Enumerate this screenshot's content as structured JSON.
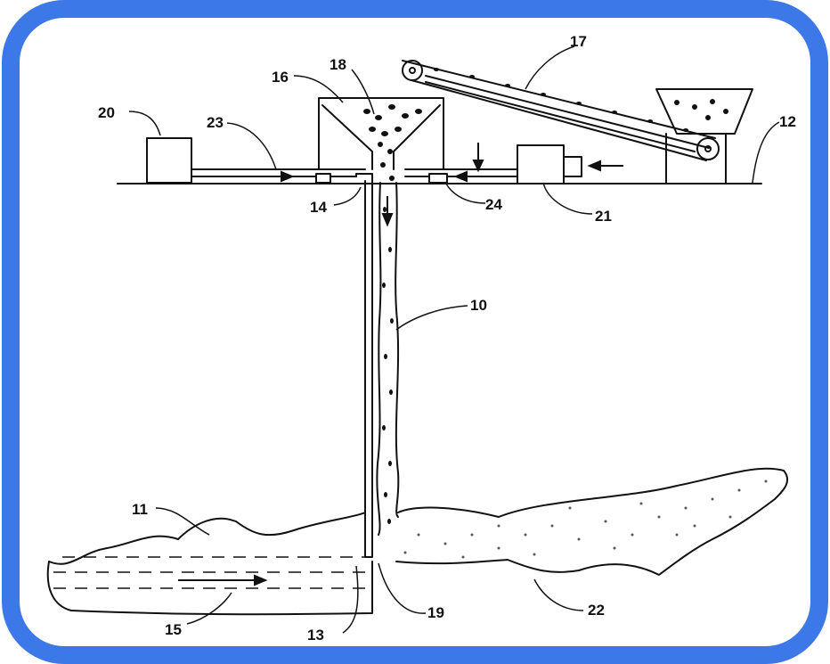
{
  "labels": {
    "ref_10": "10",
    "ref_11": "11",
    "ref_12": "12",
    "ref_13": "13",
    "ref_14": "14",
    "ref_15": "15",
    "ref_16": "16",
    "ref_17": "17",
    "ref_18": "18",
    "ref_19": "19",
    "ref_20": "20",
    "ref_21": "21",
    "ref_22": "22",
    "ref_23": "23",
    "ref_24": "24"
  },
  "colors": {
    "frame": "#3d78e8",
    "ink": "#111111",
    "paper": "#ffffff"
  }
}
